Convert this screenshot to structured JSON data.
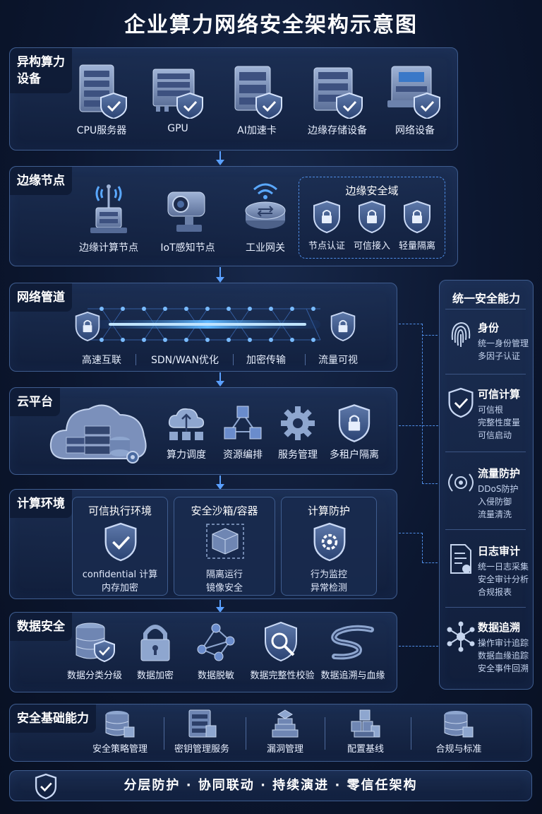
{
  "title": "企业算力网络安全架构示意图",
  "layers": {
    "hetero": {
      "title_line1": "异构算力",
      "title_line2": "设备",
      "items": [
        "CPU服务器",
        "GPU",
        "AI加速卡",
        "边缘存储设备",
        "网络设备"
      ]
    },
    "edge": {
      "title": "边缘节点",
      "items": [
        "边缘计算节点",
        "IoT感知节点",
        "工业网关"
      ],
      "domain": {
        "title": "边缘安全域",
        "items": [
          "节点认证",
          "可信接入",
          "轻量隔离"
        ]
      }
    },
    "network": {
      "title": "网络管道",
      "items": [
        "高速互联",
        "SDN/WAN优化",
        "加密传输",
        "流量可视"
      ]
    },
    "cloud": {
      "title": "云平台",
      "items": [
        "算力调度",
        "资源编排",
        "服务管理",
        "多租户隔离"
      ]
    },
    "compute": {
      "title": "计算环境",
      "boxes": [
        {
          "title": "可信执行环境",
          "line1": "confidential 计算",
          "line2": "内存加密"
        },
        {
          "title": "安全沙箱/容器",
          "line1": "隔离运行",
          "line2": "镜像安全"
        },
        {
          "title": "计算防护",
          "line1": "行为监控",
          "line2": "异常检测"
        }
      ]
    },
    "data": {
      "title": "数据安全",
      "items": [
        "数据分类分级",
        "数据加密",
        "数据脱敏",
        "数据完整性校验",
        "数据追溯与血缘"
      ]
    },
    "foundation": {
      "title": "安全基础能力",
      "items": [
        "安全策略管理",
        "密钥管理服务",
        "漏洞管理",
        "配置基线",
        "合规与标准"
      ]
    }
  },
  "unified": {
    "title": "统一安全能力",
    "sections": [
      {
        "head": "身份",
        "lines": [
          "统一身份管理",
          "多因子认证"
        ],
        "icon": "fingerprint-icon"
      },
      {
        "head": "可信计算",
        "lines": [
          "可信根",
          "完整性度量",
          "可信启动"
        ],
        "icon": "shield-check-icon"
      },
      {
        "head": "流量防护",
        "lines": [
          "DDoS防护",
          "入侵防御",
          "流量清洗"
        ],
        "icon": "radar-icon"
      },
      {
        "head": "日志审计",
        "lines": [
          "统一日志采集",
          "安全审计分析",
          "合规报表"
        ],
        "icon": "document-icon"
      },
      {
        "head": "数据追溯",
        "lines": [
          "操作审计追踪",
          "数据血缘追踪",
          "安全事件回溯"
        ],
        "icon": "network-node-icon"
      }
    ]
  },
  "footer": "分层防护 · 协同联动 · 持续演进 · 零信任架构",
  "colors": {
    "background": "#0c1730",
    "panel": "#1b2f57",
    "border": "#3f5d8f",
    "accent": "#5aa0ff",
    "icon": "#8ea6cf"
  }
}
